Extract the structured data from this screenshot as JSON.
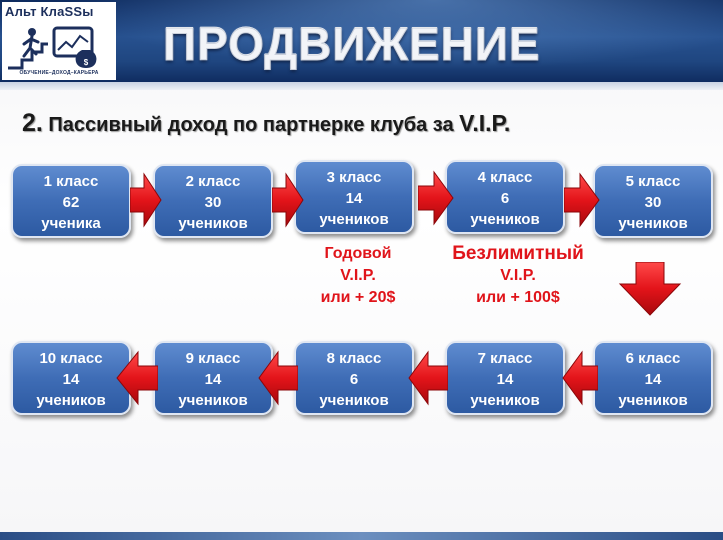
{
  "logo": {
    "name": "Альт КлаSSы",
    "tagline": "ОБУЧЕНИЕ–ДОХОД–КАРЬЕРА"
  },
  "header": {
    "title": "ПРОДВИЖЕНИЕ"
  },
  "subtitle": {
    "number": "2.",
    "text": "Пассивный доход по партнерке клуба за",
    "highlight": "V.I.P."
  },
  "classes": [
    {
      "name": "1 класс",
      "count": "62",
      "unit": "ученика"
    },
    {
      "name": "2 класс",
      "count": "30",
      "unit": "учеников"
    },
    {
      "name": "3 класс",
      "count": "14",
      "unit": "учеников"
    },
    {
      "name": "4 класс",
      "count": "6",
      "unit": "учеников"
    },
    {
      "name": "5 класс",
      "count": "30",
      "unit": "учеников"
    },
    {
      "name": "6 класс",
      "count": "14",
      "unit": "учеников"
    },
    {
      "name": "7 класс",
      "count": "14",
      "unit": "учеников"
    },
    {
      "name": "8 класс",
      "count": "6",
      "unit": "учеников"
    },
    {
      "name": "9 класс",
      "count": "14",
      "unit": "учеников"
    },
    {
      "name": "10 класс",
      "count": "14",
      "unit": "учеников"
    }
  ],
  "offers": [
    {
      "line1": "Годовой",
      "line2": "V.I.P.",
      "line3": "или + 20$"
    },
    {
      "line1": "Безлимитный",
      "line2": "V.I.P.",
      "line3": "или + 100$"
    }
  ],
  "colors": {
    "header": "#1f4680",
    "box": "#3f6db6",
    "arrow": "#e3141a",
    "offer_text": "#e0141a"
  }
}
